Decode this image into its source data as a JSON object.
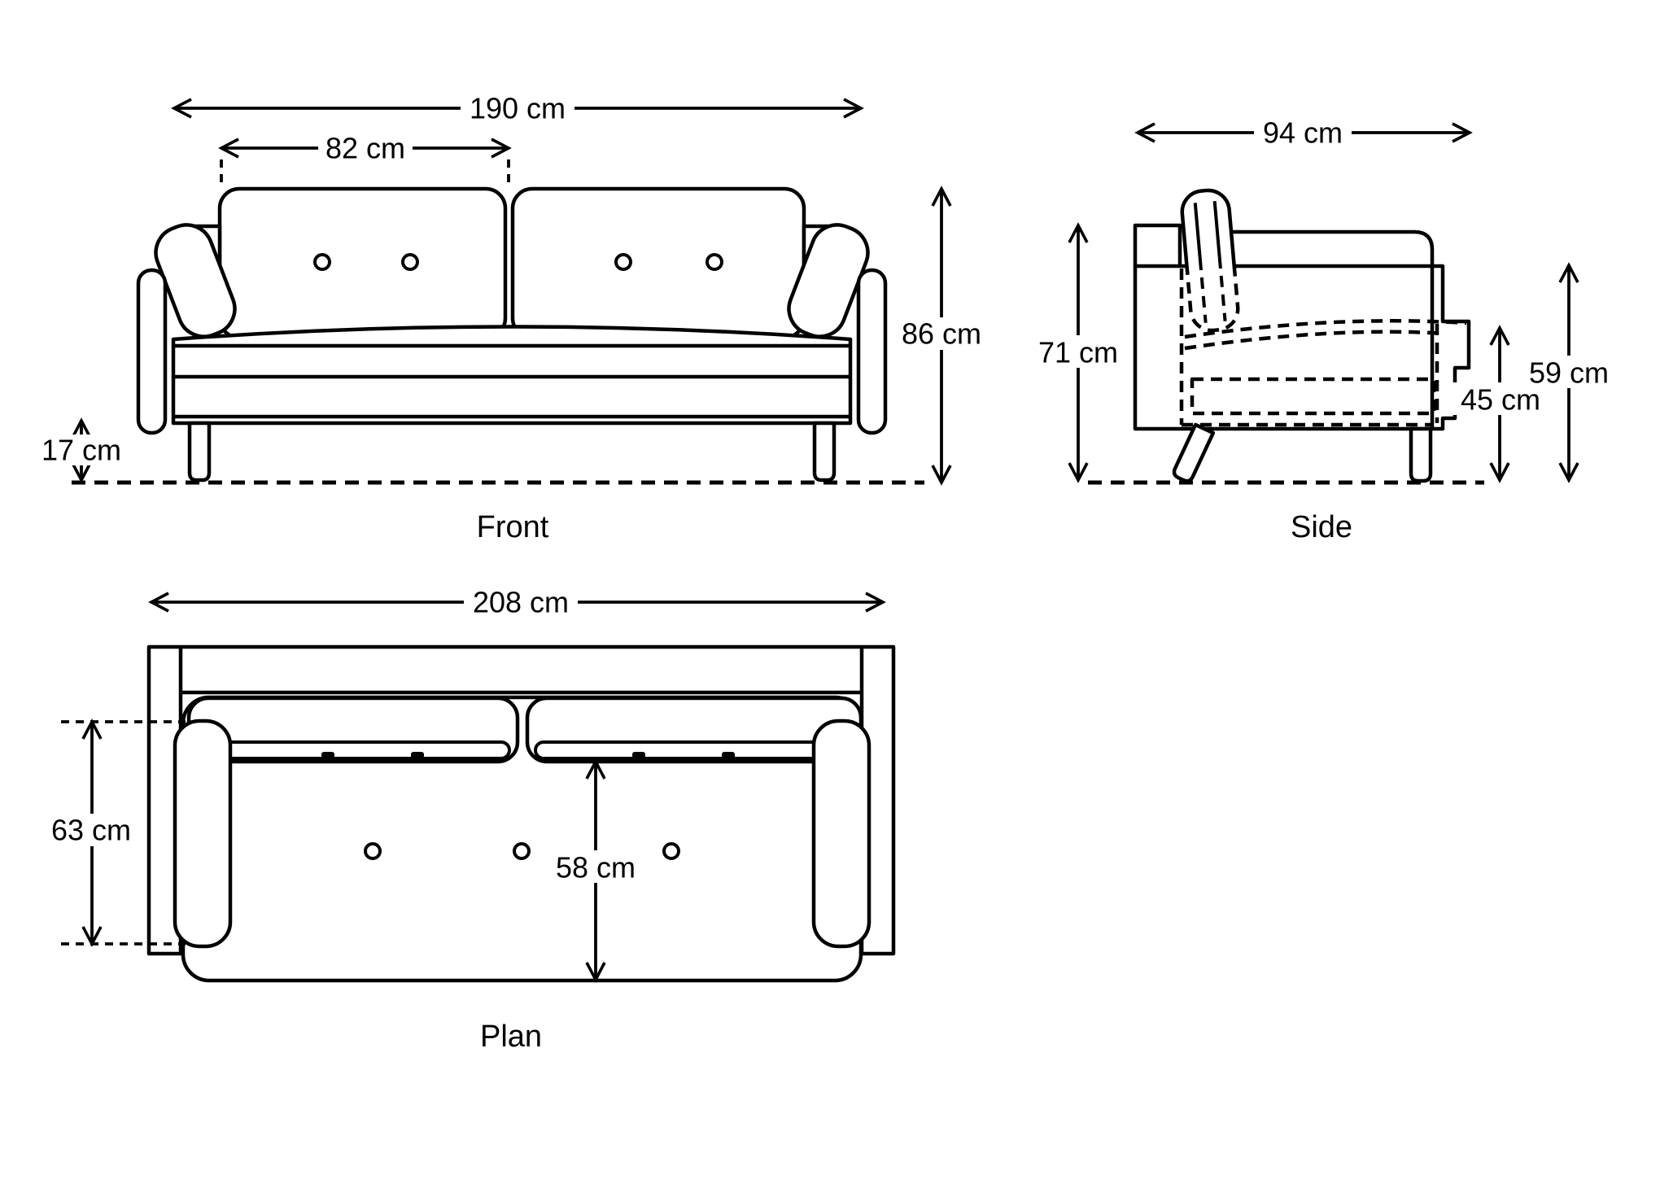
{
  "page": {
    "background": "#ffffff",
    "line_color": "#000000"
  },
  "views": {
    "front": {
      "label": "Front",
      "dimensions": {
        "overall_width": "190 cm",
        "cushion_width": "82 cm",
        "overall_height": "86 cm",
        "leg_height": "17 cm"
      }
    },
    "side": {
      "label": "Side",
      "dimensions": {
        "overall_depth": "94 cm",
        "back_height": "71 cm",
        "seat_height": "45 cm",
        "arm_height": "59 cm"
      }
    },
    "plan": {
      "label": "Plan",
      "dimensions": {
        "overall_width": "208 cm",
        "arm_depth": "63 cm",
        "seat_depth": "58 cm"
      }
    }
  }
}
